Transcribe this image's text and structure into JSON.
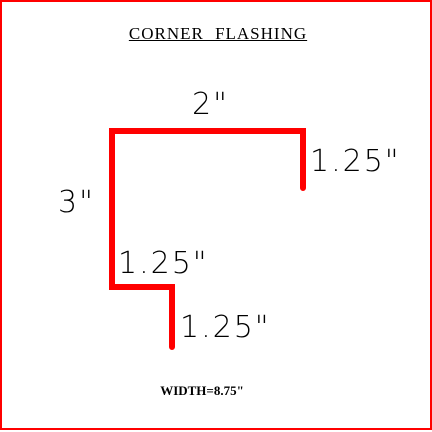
{
  "title": "CORNER FLASHING",
  "dimensions": {
    "top": "2\"",
    "right_drop": "1.25\"",
    "left_height": "3\"",
    "step": "1.25\"",
    "bottom_drop": "1.25\""
  },
  "width_label": "WIDTH=8.75\"",
  "colors": {
    "border": "#ff0000",
    "profile": "#ff0000",
    "text": "#000000"
  }
}
